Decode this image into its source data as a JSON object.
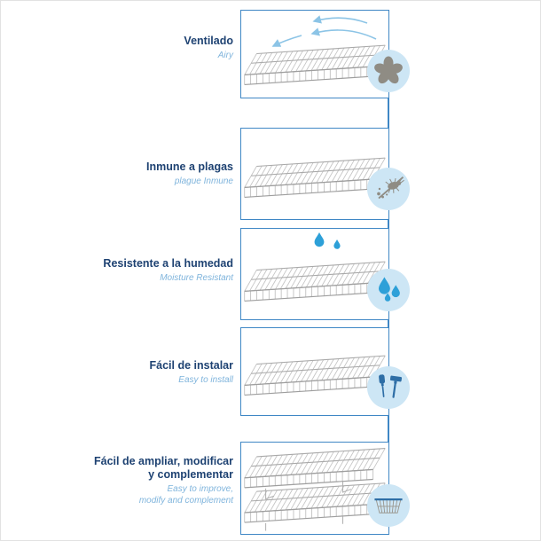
{
  "colors": {
    "title": "#1e4272",
    "subtitle": "#7fb4dc",
    "line": "#3f87c5",
    "circle_bg": "#cde6f5",
    "wire": "#c4c4c4",
    "wire_dark": "#9e9e9e",
    "icon_gray": "#8f8c84",
    "drop_blue": "#2da0d8",
    "tool_blue": "#2e6ea6",
    "arrow_blue": "#8cc4e6"
  },
  "sections": [
    {
      "title": "Ventilado",
      "subtitle": "Airy",
      "icon": "fan-icon"
    },
    {
      "title": "Inmune a plagas",
      "subtitle": "plague Inmune",
      "icon": "pest-icon"
    },
    {
      "title": "Resistente a la humedad",
      "subtitle": "Moisture Resistant",
      "icon": "water-drops-icon"
    },
    {
      "title": "Fácil de instalar",
      "subtitle": "Easy to install",
      "icon": "tools-icon"
    },
    {
      "title": "Fácil de ampliar, modificar\ny complementar",
      "subtitle": "Easy to improve,\nmodify and complement",
      "icon": "basket-icon"
    }
  ]
}
